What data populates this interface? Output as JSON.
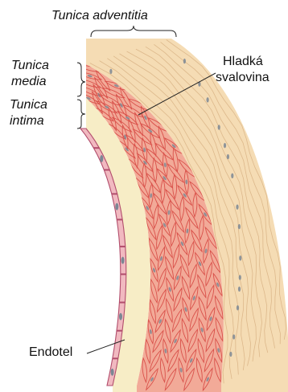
{
  "labels": {
    "adventitia": "Tunica adventitia",
    "media_1": "Tunica",
    "media_2": "media",
    "intima_1": "Tunica",
    "intima_2": "intima",
    "smooth_1": "Hladká",
    "smooth_2": "svalovina",
    "endothelium": "Endotel"
  },
  "colors": {
    "adventitia": "#f5dcb4",
    "adventitia_fiber": "#c89a6a",
    "media": "#f2aa98",
    "media_cell": "#d9514a",
    "intima": "#f7edc6",
    "endothelium": "#f1b9c0",
    "endothelium_edge": "#b24d6c",
    "nucleus": "#7b8794"
  }
}
